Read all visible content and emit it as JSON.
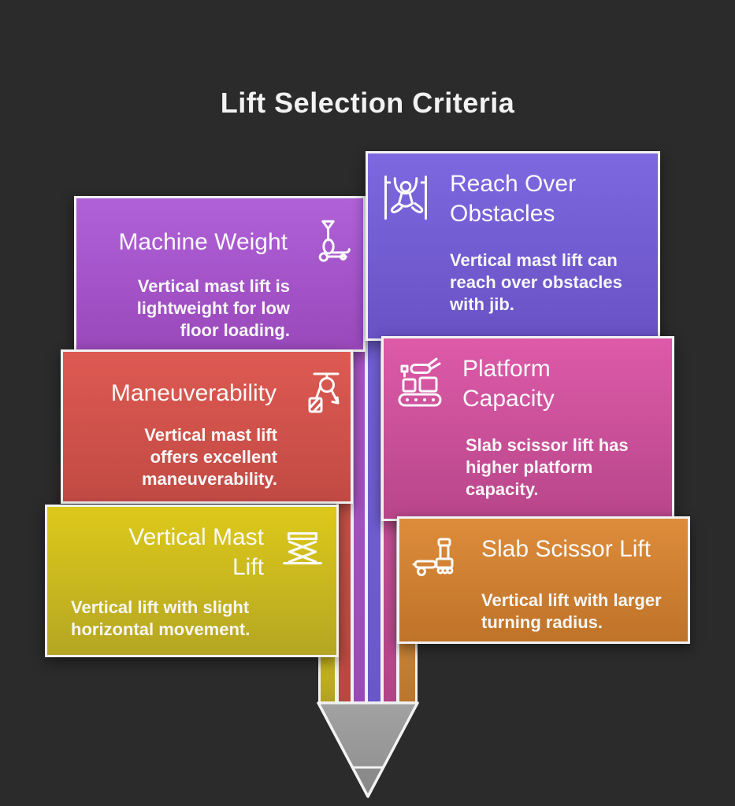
{
  "background_color": "#2b2b2b",
  "title": "Lift Selection Criteria",
  "cards": [
    {
      "id": "machine-weight",
      "title": "Machine Weight",
      "body": "Vertical mast lift is\nlightweight for low\nfloor loading.",
      "icon": "pallet-jack-icon",
      "color_top": "#b061d8",
      "color_bottom": "#9a49bb",
      "side": "left"
    },
    {
      "id": "reach-over-obstacles",
      "title": "Reach Over\nObstacles",
      "body": "Vertical mast lift can\nreach over obstacles\nwith jib.",
      "icon": "overhead-reach-icon",
      "color_top": "#7e68e0",
      "color_bottom": "#6852c4",
      "side": "right"
    },
    {
      "id": "maneuverability",
      "title": "Maneuverability",
      "body": "Vertical mast lift\noffers excellent\nmaneuverability.",
      "icon": "pulley-icon",
      "color_top": "#dd5a52",
      "color_bottom": "#c24a44",
      "side": "left"
    },
    {
      "id": "platform-capacity",
      "title": "Platform\nCapacity",
      "body": "Slab scissor lift has\nhigher platform\ncapacity.",
      "icon": "conveyor-icon",
      "color_top": "#dd5aa8",
      "color_bottom": "#b8468a",
      "side": "right"
    },
    {
      "id": "vertical-mast-lift",
      "title": "Vertical Mast\nLift",
      "body": "Vertical lift with slight\nhorizontal movement.",
      "icon": "scissor-lift-icon",
      "color_top": "#ddc91a",
      "color_bottom": "#b5a623",
      "side": "left"
    },
    {
      "id": "slab-scissor-lift",
      "title": "Slab Scissor Lift",
      "body": "Vertical lift with larger\nturning radius.",
      "icon": "lift-truck-icon",
      "color_top": "#dd8c3a",
      "color_bottom": "#bf7329",
      "side": "right"
    }
  ],
  "pencil": {
    "body_color": "#a2a2a2",
    "tip_color": "#8a8a8a",
    "outline_color": "#f2f2f2"
  }
}
